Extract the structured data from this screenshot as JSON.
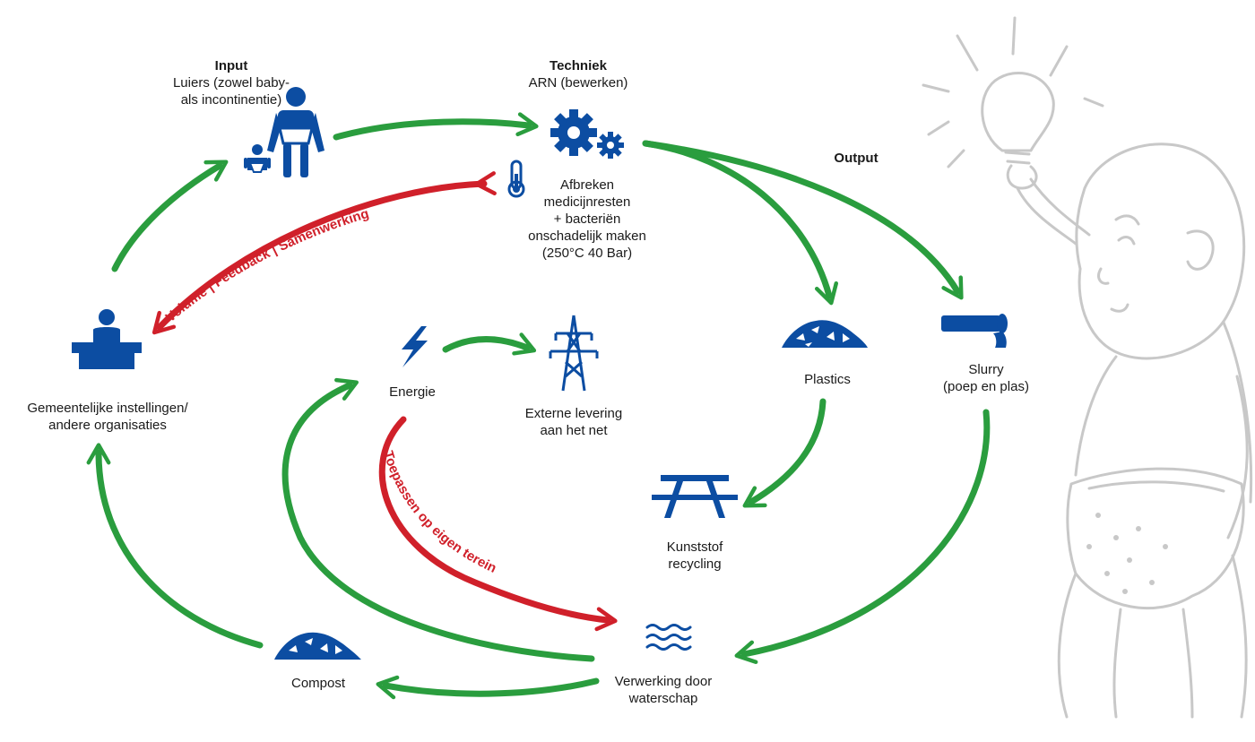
{
  "colors": {
    "blue": "#0c4da2",
    "green": "#2a9d3e",
    "red": "#d0202a",
    "sketch": "#c8c8c8"
  },
  "input": {
    "heading": "Input",
    "line1": "Luiers (zowel baby-",
    "line2": "als incontinentie)"
  },
  "techniek": {
    "heading": "Techniek",
    "line1": "ARN (bewerken)"
  },
  "afbreken": {
    "line1": "Afbreken",
    "line2": "medicijnresten",
    "line3": "+ bacteriën",
    "line4": "onschadelijk maken",
    "line5": "(250°C 40 Bar)"
  },
  "output": {
    "heading": "Output"
  },
  "gemeente": {
    "line1": "Gemeentelijke instellingen/",
    "line2": "andere organisaties"
  },
  "energie": {
    "label": "Energie"
  },
  "externe": {
    "line1": "Externe levering",
    "line2": "aan het net"
  },
  "plastics": {
    "label": "Plastics"
  },
  "slurry": {
    "line1": "Slurry",
    "line2": "(poep en plas)"
  },
  "kunststof": {
    "line1": "Kunststof",
    "line2": "recycling"
  },
  "compost": {
    "label": "Compost"
  },
  "waterschap": {
    "line1": "Verwerking door",
    "line2": "waterschap"
  },
  "curved_labels": {
    "feedback": "Volume | Feedback | Samenwerking",
    "toepassen": "Toepassen op eigen terein"
  },
  "icons": [
    "adult-with-diaper-icon",
    "baby-icon",
    "gears-icon",
    "thermometer-icon",
    "person-at-desk-icon",
    "lightning-icon",
    "power-pylon-icon",
    "plastics-pile-icon",
    "pipe-icon",
    "picnic-table-icon",
    "compost-pile-icon",
    "water-waves-icon",
    "baby-with-lightbulb-sketch"
  ]
}
